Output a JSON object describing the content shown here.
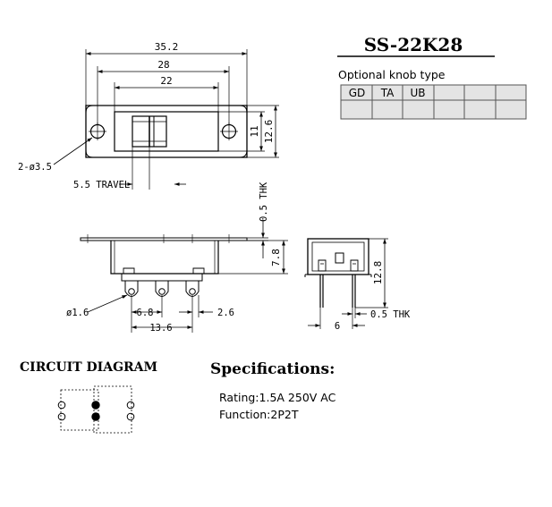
{
  "title": "SS-22K28",
  "knob_table": {
    "caption": "Optional knob type",
    "cells": [
      "GD",
      "TA",
      "UB",
      "",
      "",
      ""
    ]
  },
  "top_view": {
    "dim_overall": "35.2",
    "dim_mount_holes": "28",
    "dim_window": "22",
    "dim_inner_height": "11",
    "dim_outer_height": "12.6",
    "hole_label": "2-ø3.5",
    "travel_label": "5.5 TRAVEL"
  },
  "side_view": {
    "thickness_label": "0.5 THK",
    "height_label": "7.8",
    "pin_dia_label": "ø1.6",
    "pin_pitch": "6.8",
    "pin_span": "13.6",
    "pin_offset": "2.6"
  },
  "end_view": {
    "height_label": "12.8",
    "thickness_label": "0.5 THK",
    "width_label": "6"
  },
  "circuit": {
    "title": "CIRCUIT DIAGRAM"
  },
  "specs": {
    "title": "Specifications:",
    "rating": "Rating:1.5A 250V AC",
    "function": "Function:2P2T"
  }
}
